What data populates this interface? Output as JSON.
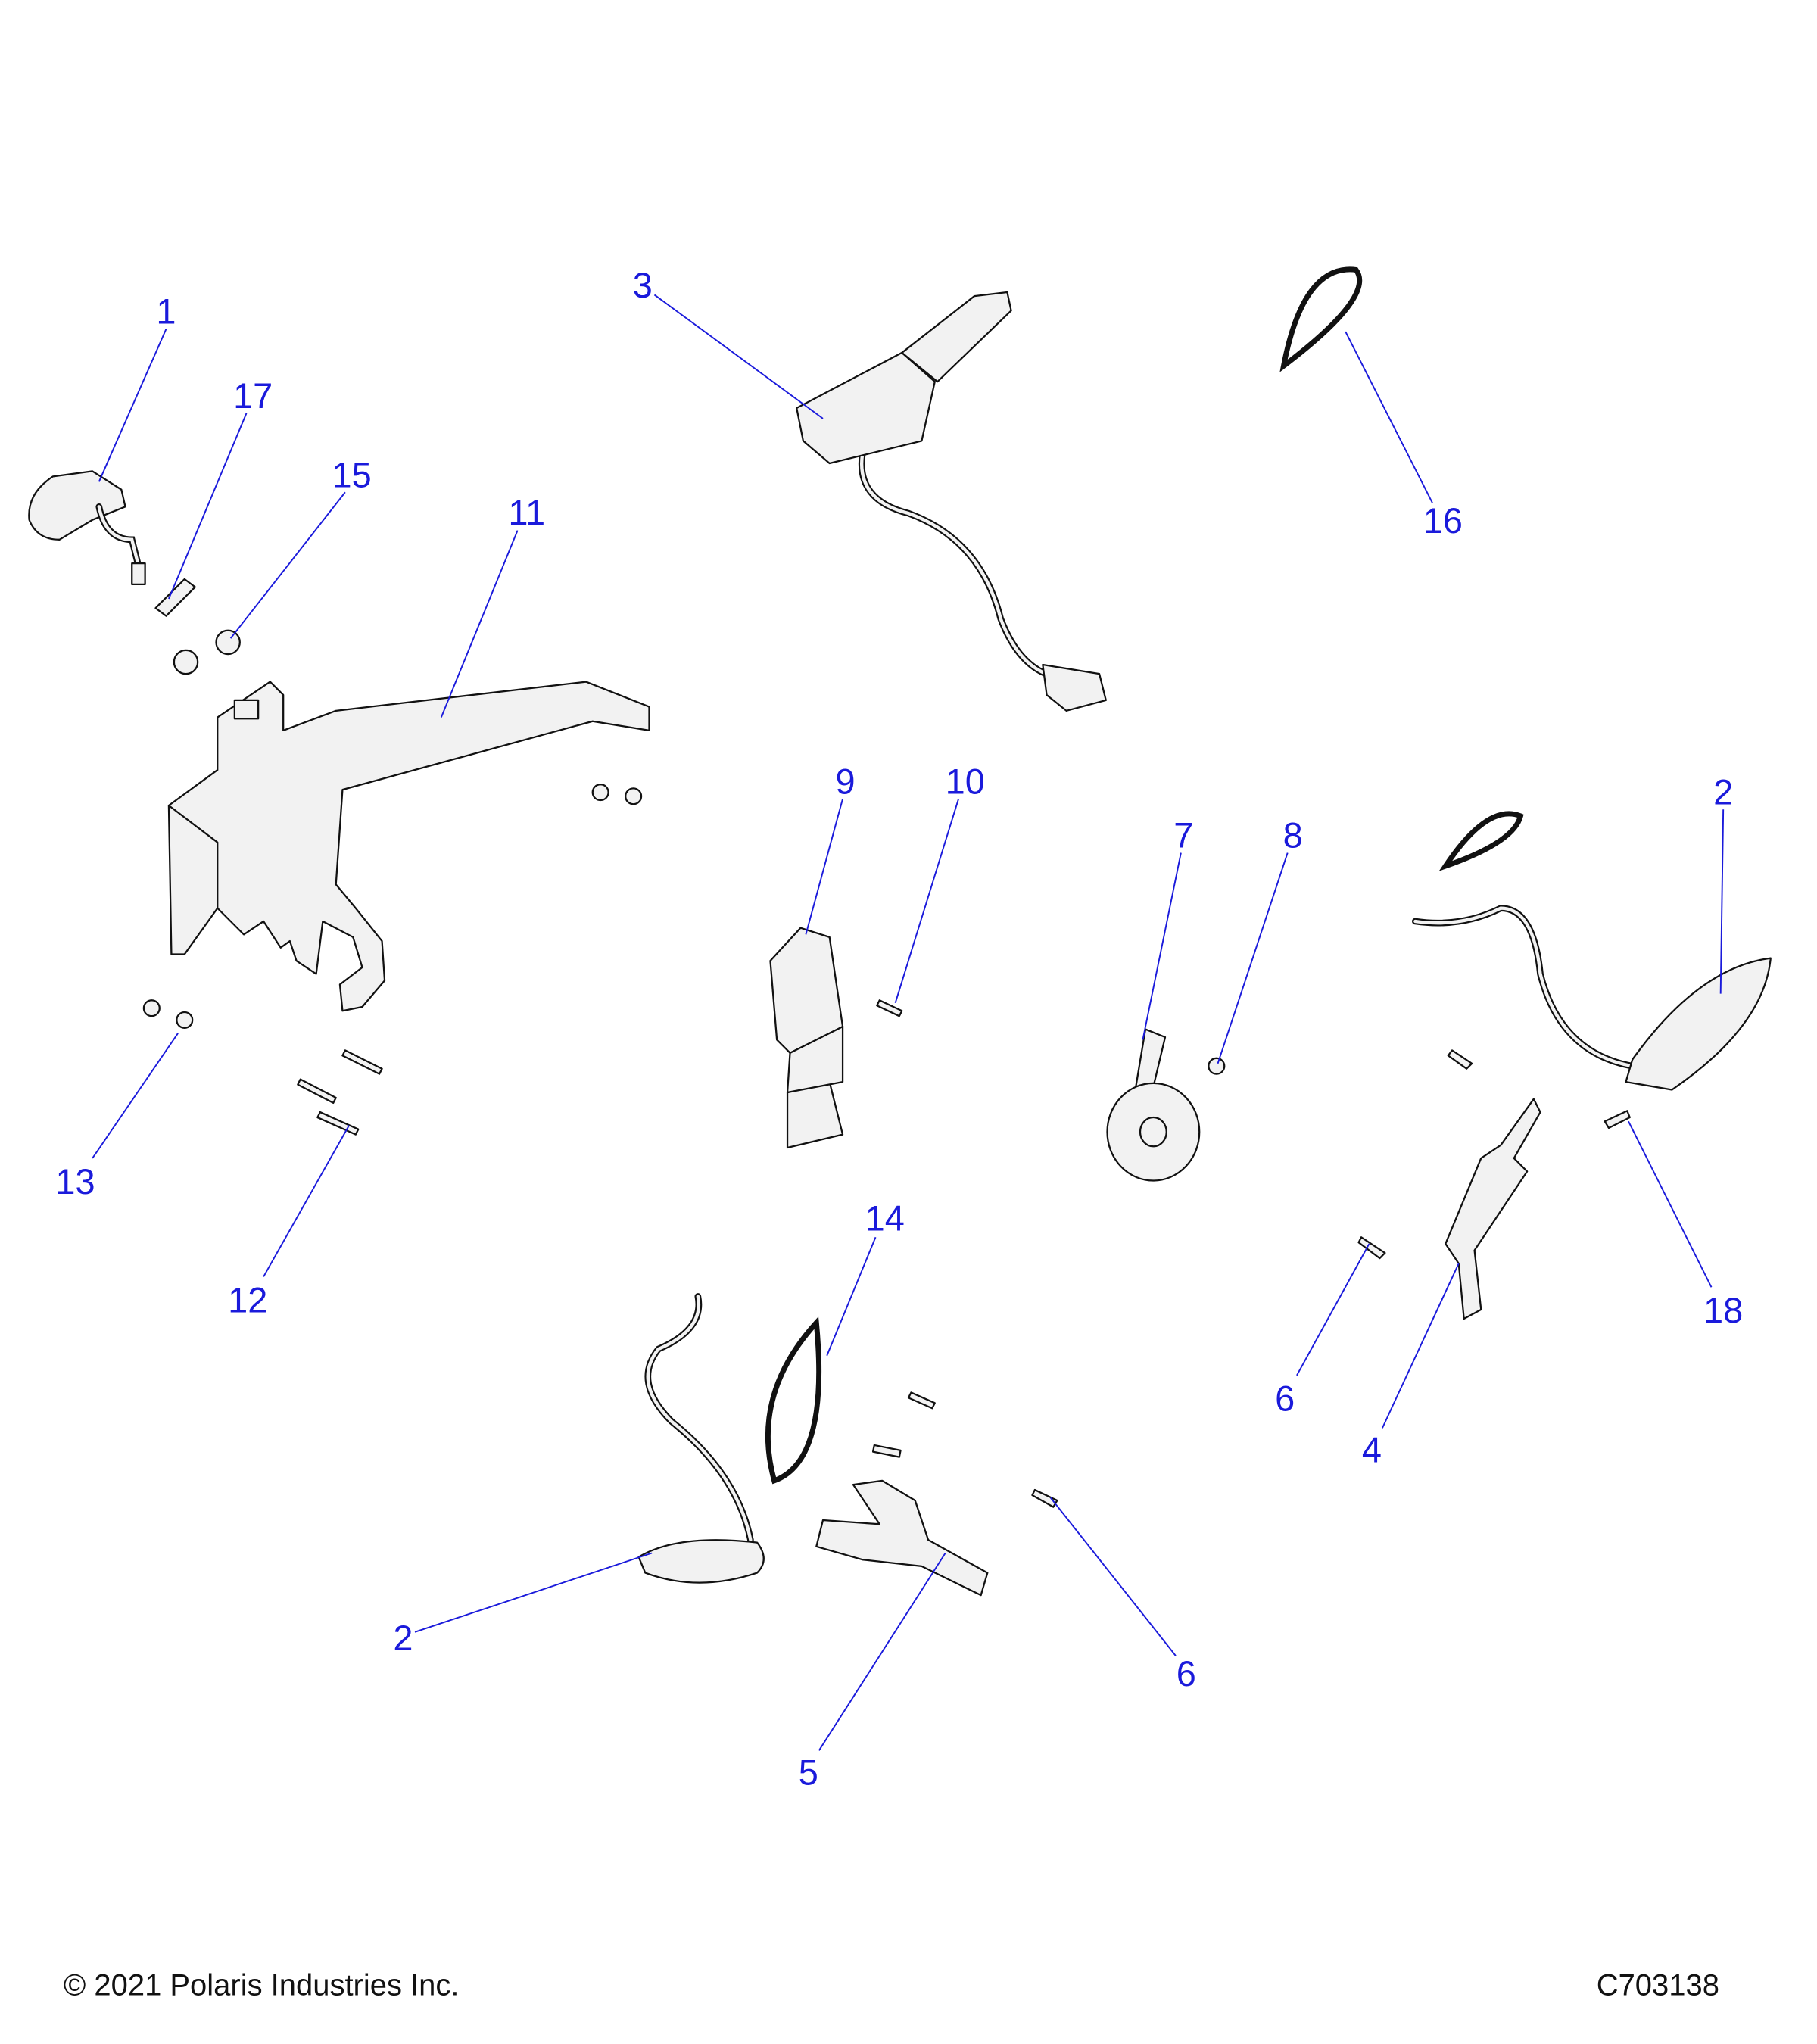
{
  "diagram": {
    "callouts": [
      {
        "number": "1"
      },
      {
        "number": "17"
      },
      {
        "number": "15"
      },
      {
        "number": "11"
      },
      {
        "number": "3"
      },
      {
        "number": "16"
      },
      {
        "number": "9"
      },
      {
        "number": "10"
      },
      {
        "number": "7"
      },
      {
        "number": "8"
      },
      {
        "number": "2"
      },
      {
        "number": "13"
      },
      {
        "number": "12"
      },
      {
        "number": "18"
      },
      {
        "number": "6"
      },
      {
        "number": "4"
      },
      {
        "number": "14"
      },
      {
        "number": "2"
      },
      {
        "number": "6"
      },
      {
        "number": "5"
      }
    ],
    "colors": {
      "callout": "#1a1adb",
      "part_fill": "#f2f2f2",
      "outline": "#111111"
    }
  },
  "footer": {
    "copyright": "© 2021 Polaris Industries Inc.",
    "drawing_number": "C703138"
  }
}
